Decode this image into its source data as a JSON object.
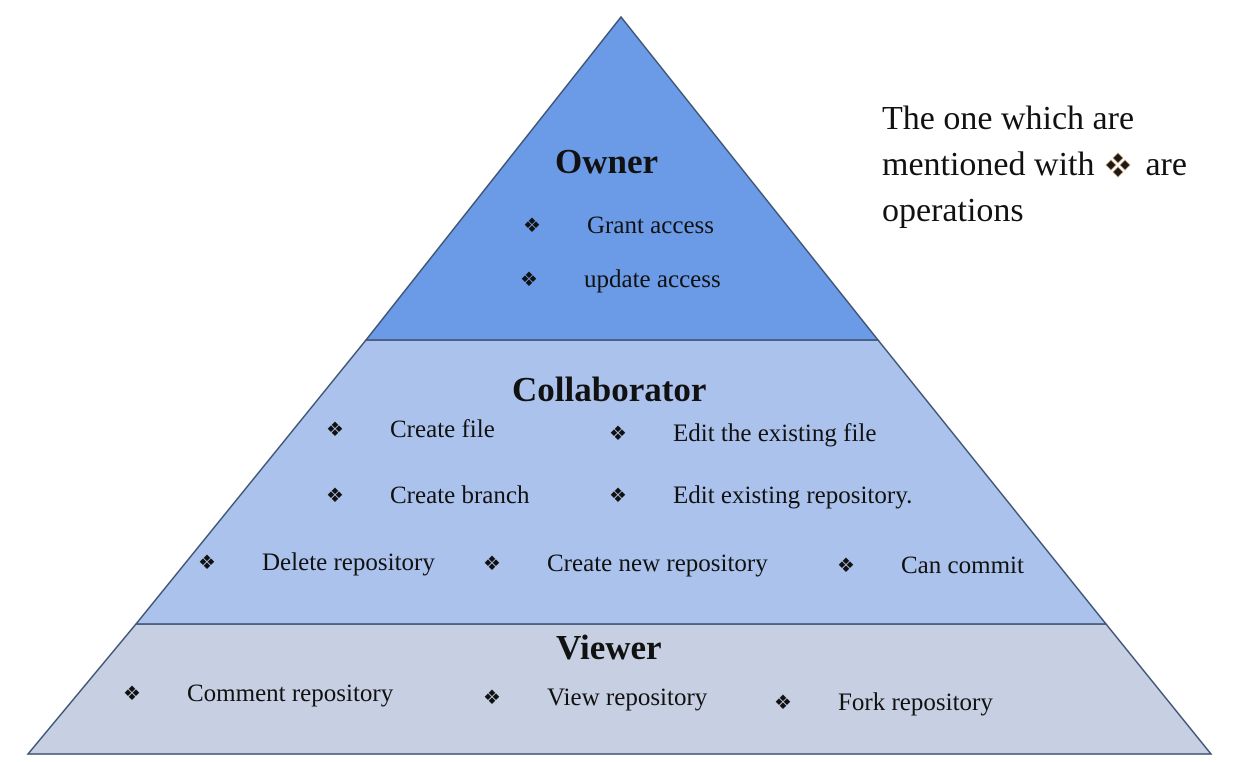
{
  "colors": {
    "owner": "#6b9be6",
    "collaborator": "#abc3ec",
    "viewer": "#c6d0e2",
    "outline": "#3d5373"
  },
  "bullet_glyph": "❖",
  "bullet_icon": "four-diamond-bullet-icon",
  "tiers": {
    "owner": {
      "title": "Owner",
      "items": [
        "Grant access",
        "update access"
      ]
    },
    "collaborator": {
      "title": "Collaborator",
      "items": [
        "Create file",
        "Edit the existing file",
        "Create branch",
        "Edit existing repository.",
        "Delete repository",
        "Create new repository",
        "Can commit"
      ]
    },
    "viewer": {
      "title": "Viewer",
      "items": [
        "Comment repository",
        "View repository",
        "Fork repository"
      ]
    }
  },
  "note": {
    "line1": "The one which are",
    "line2_pre": "mentioned with",
    "line2_post": "are",
    "line3": "operations"
  }
}
